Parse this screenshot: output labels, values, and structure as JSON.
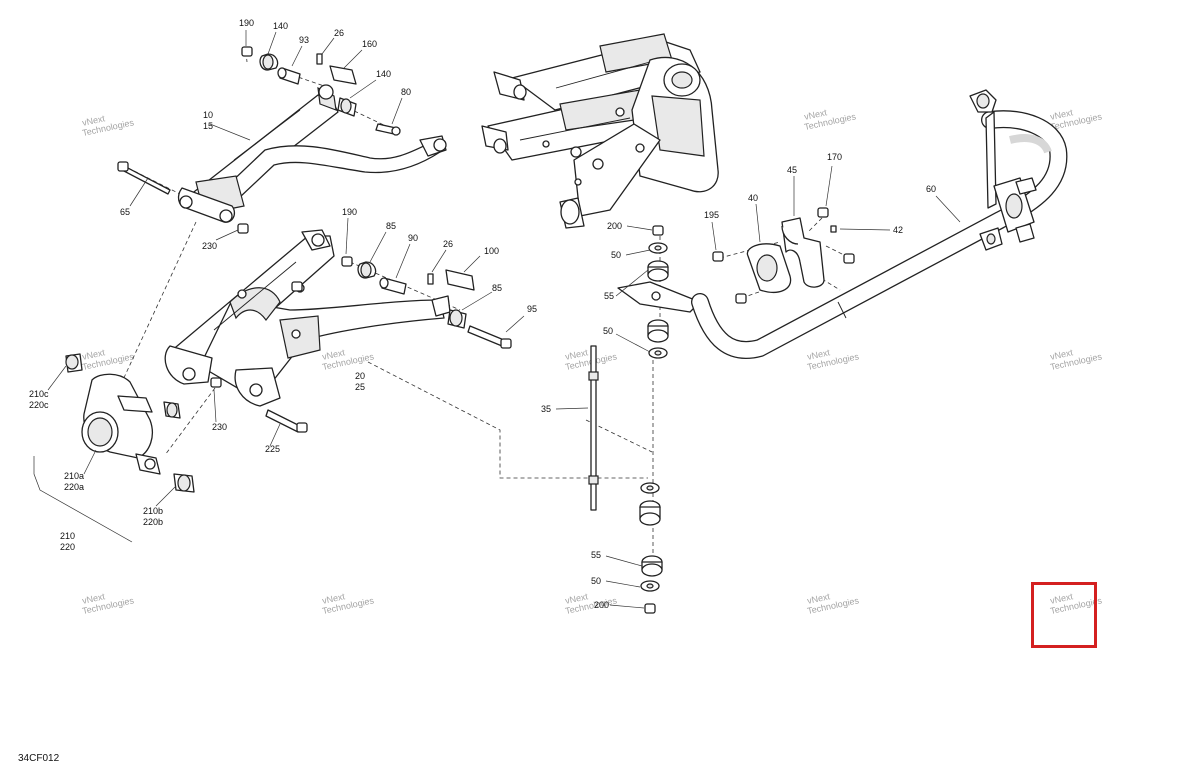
{
  "diagram": {
    "code": "34CF012",
    "watermark": [
      "vNext",
      "Technologies"
    ],
    "callouts": [
      "190",
      "140",
      "93",
      "26",
      "160",
      "140",
      "80",
      "10",
      "15",
      "65",
      "230",
      "190",
      "85",
      "90",
      "26",
      "100",
      "85",
      "95",
      "20",
      "25",
      "230",
      "225",
      "210c",
      "220c",
      "210a",
      "220a",
      "210b",
      "220b",
      "210",
      "220",
      "200",
      "50",
      "55",
      "50",
      "35",
      "55",
      "50",
      "200",
      "195",
      "45",
      "40",
      "170",
      "42",
      "60"
    ],
    "highlight_color": "#d42020"
  }
}
